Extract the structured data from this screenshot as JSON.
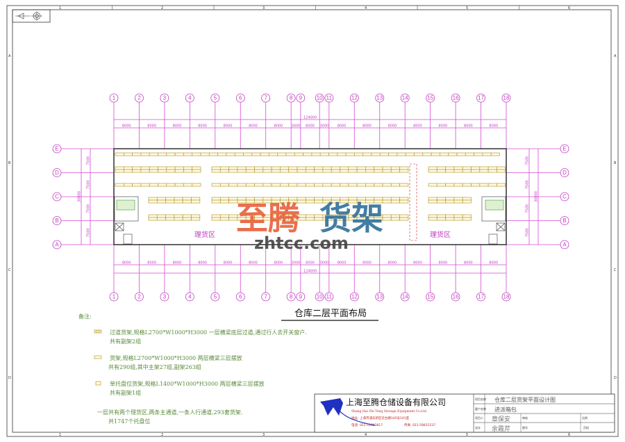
{
  "sheet": {
    "border_cols": [
      "1",
      "2",
      "3",
      "4",
      "5",
      "6"
    ],
    "border_rows": [
      "A",
      "B",
      "C",
      "D"
    ]
  },
  "plan": {
    "column_axes": [
      "1",
      "2",
      "3",
      "4",
      "5",
      "6",
      "7",
      "8",
      "9",
      "10",
      "11",
      "12",
      "13",
      "14",
      "15",
      "16",
      "17",
      "18"
    ],
    "column_spacings": [
      "8000",
      "8000",
      "8000",
      "8000",
      "8000",
      "8000",
      "8000",
      "3000",
      "6000",
      "3000",
      "8000",
      "8000",
      "8000",
      "8000",
      "8000",
      "8000",
      "8000"
    ],
    "total_length": "124000",
    "row_axes": [
      "E",
      "D",
      "C",
      "B",
      "A"
    ],
    "row_spacings": [
      "7500",
      "7500",
      "7500",
      "7500"
    ],
    "total_width": "30000",
    "zone_left": "理货区",
    "zone_right": "理货区",
    "title": "仓库二层平面布局",
    "colors": {
      "axis": "#c03cc0",
      "rack": "#b89a2a",
      "notes": "#5a8a3a",
      "watermark_red": "#e8603a",
      "watermark_blue": "#2f6f9a"
    }
  },
  "watermark": {
    "brand": "至腾",
    "product": "货架",
    "domain": "zhtcc.com"
  },
  "notes": {
    "heading": "备注:",
    "items": [
      {
        "line1": "过道货架,规格L2700*W1000*H3000 一层横梁底层过道,通过行人去开关窗户.",
        "line2": "共有副架2组"
      },
      {
        "line1": "货架,规格L2700*W1000*H3000 两层横梁三层摆放",
        "line2": "共有290组,其中主架27组,副架263组"
      },
      {
        "line1": "单托盘位货架,规格L1400*W1000*H3000 两层横梁三层摆放",
        "line2": "共有副架1组"
      }
    ],
    "summary1": "一层共有两个理货区,两条主通道,一条人行通道,293套货架.",
    "summary2": "共1747个托盘位"
  },
  "title_block": {
    "company_cn": "上海至腾仓储设备有限公司",
    "company_en": "Shang Hai Zhi Teng Storage Equipment Co.Ltd.",
    "address": "地址: 上海市浦东新区云台路145号101室",
    "phone": "电话: 021-51083817",
    "fax": "传真: 021-58831537",
    "project_label": "项目名称",
    "project": "仓库二层货架平面设计图",
    "client_label": "客户名称",
    "client": "进派箱包",
    "owner_label": "项目人",
    "owner": "章保安",
    "drawn_label": "设计",
    "drawn": "余霞芹",
    "review_label": "审核",
    "drawing_no_label": "图号",
    "scale_label": "比例",
    "page_label": "页码"
  }
}
